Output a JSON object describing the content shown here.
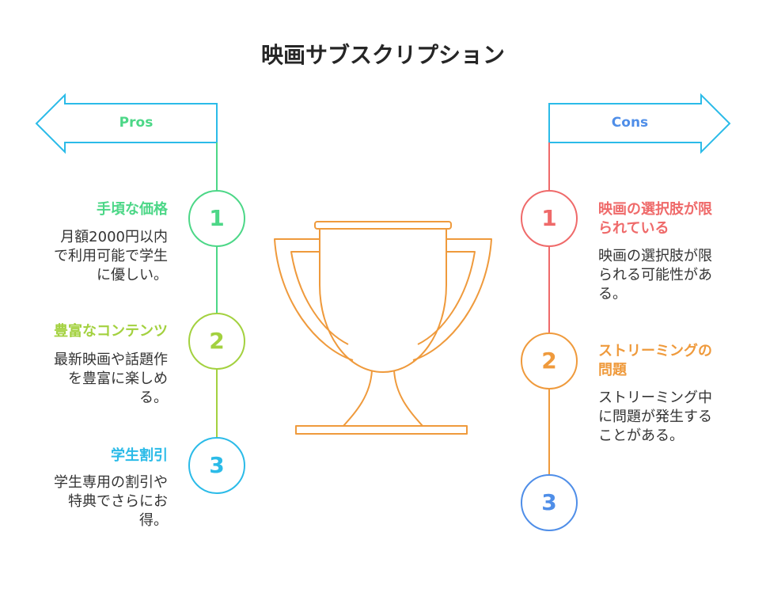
{
  "title": "映画サブスクリプション",
  "colors": {
    "pros_label": "#4cd787",
    "cons_label": "#4f8ee8",
    "arrow_stroke": "#2bbbe8",
    "trophy": "#ef9a3c"
  },
  "pros": {
    "label": "Pros",
    "items": [
      {
        "num": "1",
        "title": "手頃な価格",
        "desc": [
          "月額2000円以内",
          "で利用可能で学生",
          "に優しい。"
        ],
        "color": "#4cd787"
      },
      {
        "num": "2",
        "title": "豊富なコンテンツ",
        "desc": [
          "最新映画や話題作",
          "を豊富に楽しめ",
          "る。"
        ],
        "color": "#a3d13f"
      },
      {
        "num": "3",
        "title": "学生割引",
        "desc": [
          "学生専用の割引や",
          "特典でさらにお",
          "得。"
        ],
        "color": "#2bbbe8"
      }
    ]
  },
  "cons": {
    "label": "Cons",
    "items": [
      {
        "num": "1",
        "title": [
          "映画の選択肢が限",
          "られている"
        ],
        "desc": [
          "映画の選択肢が限",
          "られる可能性があ",
          "る。"
        ],
        "color": "#ef6a6a"
      },
      {
        "num": "2",
        "title": [
          "ストリーミングの",
          "問題"
        ],
        "desc": [
          "ストリーミング中",
          "に問題が発生する",
          "ことがある。"
        ],
        "color": "#ef9a3c"
      },
      {
        "num": "3",
        "title": [],
        "desc": [],
        "color": "#4f8ee8"
      }
    ]
  }
}
